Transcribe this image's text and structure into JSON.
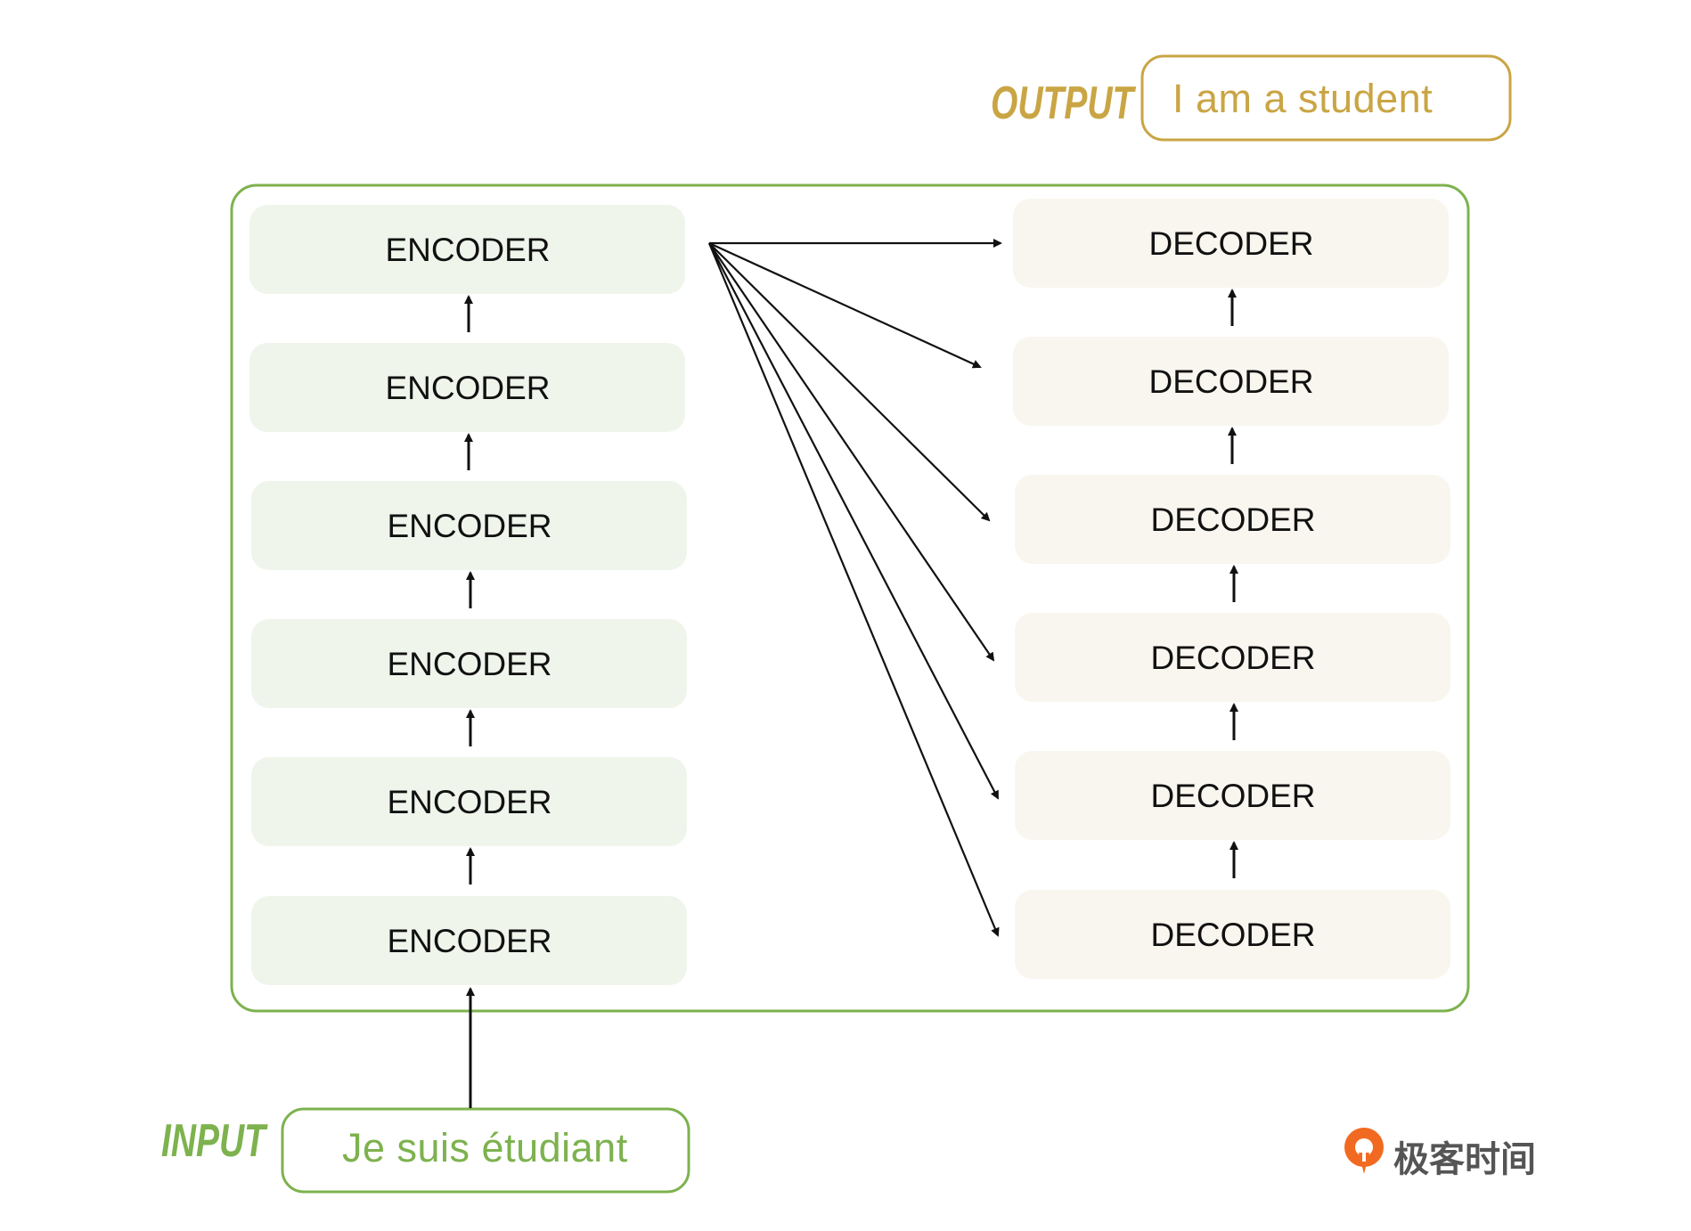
{
  "output": {
    "tag": "OUTPUT",
    "text": "I am a  student"
  },
  "input": {
    "tag": "INPUT",
    "text": "Je  suis étudiant"
  },
  "encoders": [
    "ENCODER",
    "ENCODER",
    "ENCODER",
    "ENCODER",
    "ENCODER",
    "ENCODER"
  ],
  "decoders": [
    "DECODER",
    "DECODER",
    "DECODER",
    "DECODER",
    "DECODER",
    "DECODER"
  ],
  "logo": {
    "text": "极客时间",
    "icon": "geektime-logo-icon"
  },
  "colors": {
    "frame": "#7db24e",
    "output_accent": "#c9a544",
    "input_accent": "#7db24e",
    "encoder_fill": "#f0f5ec",
    "decoder_fill": "#f9f6ef",
    "arrow": "#111111",
    "logo_orange": "#f26a21"
  }
}
